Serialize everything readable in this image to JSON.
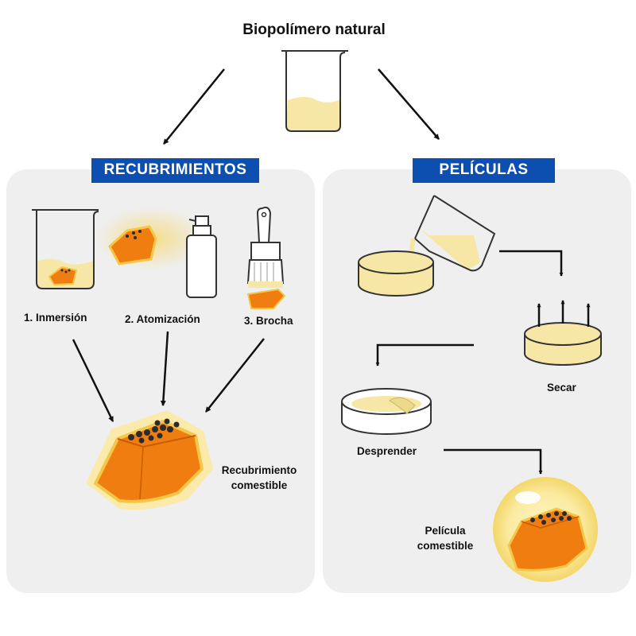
{
  "title": "Biopolímero natural",
  "colors": {
    "header_blue": "#0d4fb0",
    "panel": "#efefef",
    "biopolymer": "#f6e7a6",
    "papaya_orange": "#f07d0f",
    "papaya_skin": "#f3c74a",
    "seed": "#2b2b2b"
  },
  "recubrimientos": {
    "header": "RECUBRIMIENTOS",
    "methods": [
      "1. Inmersión",
      "2. Atomización",
      "3. Brocha"
    ],
    "result": "Recubrimiento comestible"
  },
  "peliculas": {
    "header": "PELÍCULAS",
    "steps": [
      "Secar",
      "Desprender"
    ],
    "result": "Película comestible"
  },
  "icons": [
    "beaker-icon",
    "papaya-icon",
    "spray-bottle-icon",
    "paint-brush-icon",
    "petri-dish-icon",
    "arrow-icon"
  ]
}
